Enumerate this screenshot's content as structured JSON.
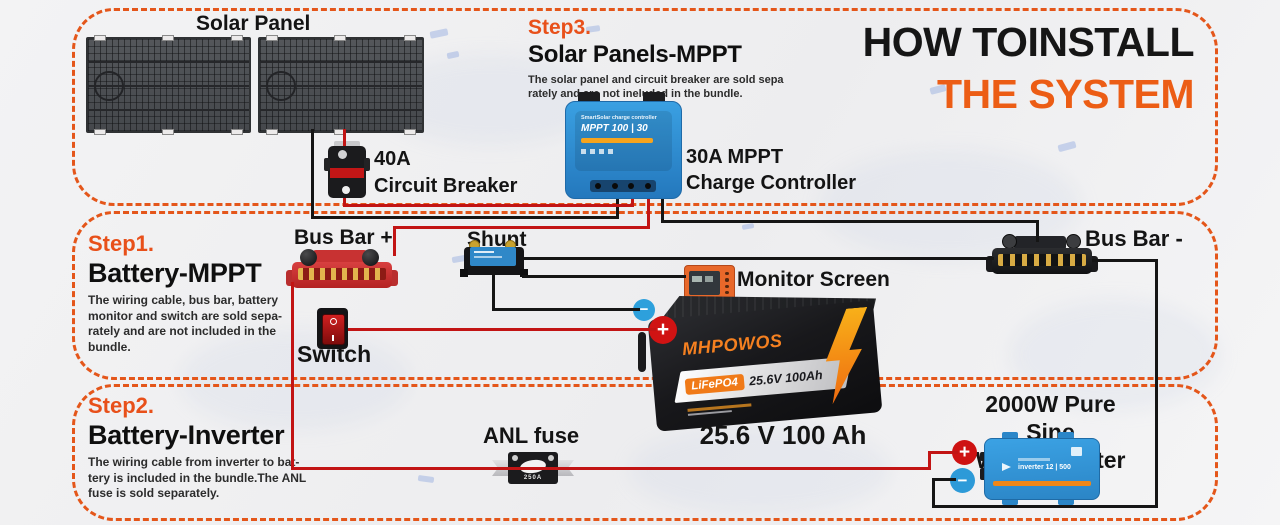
{
  "header": {
    "title_line1": "HOW TOINSTALL",
    "title_line2": "THE SYSTEM"
  },
  "steps": {
    "step3": {
      "label": "Step3.",
      "heading": "Solar Panels-MPPT",
      "description": "The solar panel and circuit breaker are sold sepa\nrately and are not ineluded in the bundle."
    },
    "step1": {
      "label": "Step1.",
      "heading": "Battery-MPPT",
      "description": "The wiring cable, bus bar, battery\nmonitor and switch are sold sepa-\nrately and are not included in the\nbundle."
    },
    "step2": {
      "label": "Step2.",
      "heading": "Battery-Inverter",
      "description": "The wiring cable from inverter to bat-\ntery is included in the bundle.The ANL\nfuse is sold separately."
    }
  },
  "components": {
    "solar_panel": {
      "label": "Solar Panel"
    },
    "circuit_breaker": {
      "label_line1": "40A",
      "label_line2": "Circuit Breaker"
    },
    "charge_controller": {
      "label_line1": "30A MPPT",
      "label_line2": "Charge Controller",
      "device_brand": "SmartSolar charge controller",
      "device_model": "MPPT 100 | 30"
    },
    "bus_bar_plus": {
      "label": "Bus Bar +"
    },
    "shunt": {
      "label": "Shunt"
    },
    "monitor": {
      "label": "Monitor Screen"
    },
    "switch": {
      "label": "Switch"
    },
    "bus_bar_minus": {
      "label": "Bus Bar -"
    },
    "battery": {
      "brand": "MHPOWOS",
      "badge": "LiFePO4",
      "spec": "25.6V 100Ah",
      "caption": "25.6 V 100 Ah"
    },
    "anl_fuse": {
      "label": "ANL fuse",
      "rating": "250A"
    },
    "inverter": {
      "label_line1": "2000W Pure Sine",
      "label_line2": "Wave inverter",
      "device_model": "inverter 12 | 500"
    }
  },
  "glyphs": {
    "plus": "+",
    "minus": "−"
  },
  "colors": {
    "accent_orange": "#e8501a",
    "title_orange": "#ec5d15",
    "dashed_border": "#e4561a",
    "wire_red": "#c21414",
    "wire_black": "#151515",
    "device_blue": "#2f96d5"
  }
}
